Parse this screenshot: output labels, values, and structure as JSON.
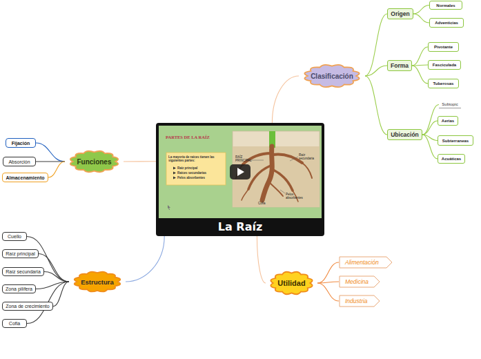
{
  "diagram": {
    "nodes": [
      {
        "text": [
          "La Raíz"
        ]
      },
      {
        "text": [
          "Clasificación"
        ]
      },
      {
        "text": [
          "Origen"
        ]
      },
      {
        "text": [
          "Normales"
        ]
      },
      {
        "text": [
          "Adventicias"
        ]
      },
      {
        "text": [
          "Forma"
        ]
      },
      {
        "text": [
          "Pivotante"
        ]
      },
      {
        "text": [
          "Fasciculada"
        ]
      },
      {
        "text": [
          "Tuberosas"
        ]
      },
      {
        "text": [
          "Ubicación"
        ]
      },
      {
        "text": [
          "Subtopic"
        ]
      },
      {
        "text": [
          "Aerias"
        ]
      },
      {
        "text": [
          "Subterraneas"
        ]
      },
      {
        "text": [
          "Acuáticas"
        ]
      },
      {
        "text": [
          "Funciones"
        ]
      },
      {
        "text": [
          "Fijación"
        ]
      },
      {
        "text": [
          "Absorción"
        ]
      },
      {
        "text": [
          "Almacenamiento"
        ]
      },
      {
        "text": [
          "Estructura"
        ]
      },
      {
        "text": [
          "Cuello"
        ]
      },
      {
        "text": [
          "Raíz principal"
        ]
      },
      {
        "text": [
          "Raíz secundaria"
        ]
      },
      {
        "text": [
          "Zona pilífera"
        ]
      },
      {
        "text": [
          "Zona de crecimiento"
        ]
      },
      {
        "text": [
          "Cofia"
        ]
      },
      {
        "text": [
          "Utilidad"
        ]
      },
      {
        "text": [
          "Alimentación"
        ]
      },
      {
        "text": [
          "Medicina"
        ]
      },
      {
        "text": [
          "Industria"
        ]
      }
    ],
    "edges": [
      {
        "from": 0,
        "to": 1,
        "arrow": "none"
      },
      {
        "from": 1,
        "to": 2,
        "arrow": "none"
      },
      {
        "from": 1,
        "to": 5,
        "arrow": "none"
      },
      {
        "from": 1,
        "to": 9,
        "arrow": "none"
      },
      {
        "from": 2,
        "to": 3,
        "arrow": "none"
      },
      {
        "from": 2,
        "to": 4,
        "arrow": "none"
      },
      {
        "from": 5,
        "to": 6,
        "arrow": "none"
      },
      {
        "from": 5,
        "to": 7,
        "arrow": "none"
      },
      {
        "from": 5,
        "to": 8,
        "arrow": "none"
      },
      {
        "from": 9,
        "to": 10,
        "arrow": "none"
      },
      {
        "from": 9,
        "to": 11,
        "arrow": "none"
      },
      {
        "from": 9,
        "to": 12,
        "arrow": "none"
      },
      {
        "from": 9,
        "to": 13,
        "arrow": "none"
      },
      {
        "from": 0,
        "to": 14,
        "arrow": "none"
      },
      {
        "from": 14,
        "to": 15,
        "arrow": "none"
      },
      {
        "from": 14,
        "to": 16,
        "arrow": "none"
      },
      {
        "from": 14,
        "to": 17,
        "arrow": "none"
      },
      {
        "from": 0,
        "to": 18,
        "arrow": "none"
      },
      {
        "from": 18,
        "to": 19,
        "arrow": "none"
      },
      {
        "from": 18,
        "to": 20,
        "arrow": "none"
      },
      {
        "from": 18,
        "to": 21,
        "arrow": "none"
      },
      {
        "from": 18,
        "to": 22,
        "arrow": "none"
      },
      {
        "from": 18,
        "to": 23,
        "arrow": "none"
      },
      {
        "from": 18,
        "to": 24,
        "arrow": "none"
      },
      {
        "from": 0,
        "to": 25,
        "arrow": "none"
      },
      {
        "from": 25,
        "to": 26,
        "arrow": "none"
      },
      {
        "from": 25,
        "to": 27,
        "arrow": "none"
      },
      {
        "from": 25,
        "to": 28,
        "arrow": "none"
      }
    ],
    "labels": [
      "PARTES DE LA RAÍZ",
      "La mayoría de raíces tienen las siguientes partes:",
      "Raíz principal",
      "Raíces secundarias",
      "Pelos absorbentes",
      "RAÍZ PRINCIPAL",
      "Raíz secundaria",
      "Pelos absorbentes",
      "Cofia"
    ]
  }
}
